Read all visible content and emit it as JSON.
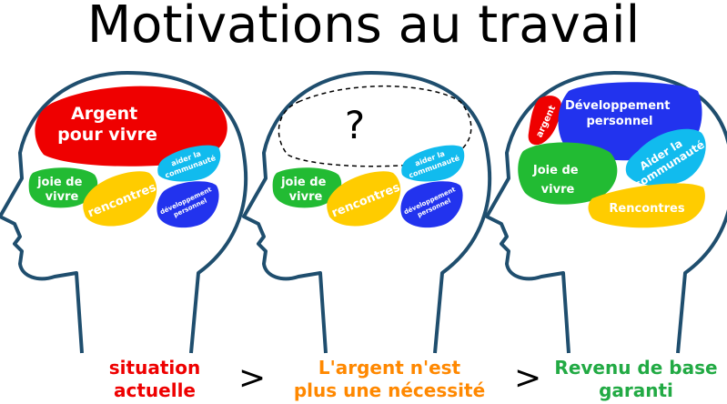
{
  "title": "Motivations au travail",
  "colors": {
    "outline": "#1f4e6e",
    "red": "#ef0000",
    "green": "#22bb33",
    "yellow": "#ffcc00",
    "cyan": "#11bbee",
    "blue": "#2233ee",
    "caption_red": "#ee0000",
    "caption_orange": "#ff8800",
    "caption_green": "#22aa44"
  },
  "heads": [
    {
      "caption": [
        "situation",
        "actuelle"
      ],
      "regions": {
        "argent": [
          "Argent",
          "pour vivre"
        ],
        "joie": [
          "joie de",
          "vivre"
        ],
        "rencontres": [
          "rencontres"
        ],
        "communaute": [
          "aider la",
          "communauté"
        ],
        "developpement": [
          "développement",
          "personnel"
        ]
      }
    },
    {
      "caption": [
        "L'argent n'est",
        "plus une nécessité"
      ],
      "question_mark": "?",
      "regions": {
        "joie": [
          "joie de",
          "vivre"
        ],
        "rencontres": [
          "rencontres"
        ],
        "communaute": [
          "aider la",
          "communauté"
        ],
        "developpement": [
          "développement",
          "personnel"
        ]
      }
    },
    {
      "caption": [
        "Revenu de base",
        "garanti"
      ],
      "regions": {
        "argent": [
          "argent"
        ],
        "developpement": [
          "Développement",
          "personnel"
        ],
        "joie": [
          "Joie de",
          "vivre"
        ],
        "communaute": [
          "Aider la",
          "communauté"
        ],
        "rencontres": [
          "Rencontres"
        ]
      }
    }
  ],
  "comparators": [
    ">",
    ">"
  ]
}
